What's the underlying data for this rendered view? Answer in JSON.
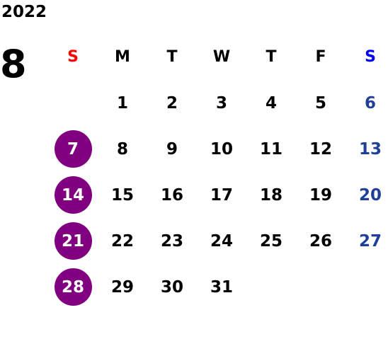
{
  "calendar": {
    "year": "2022",
    "month": "8",
    "weekdays": [
      "S",
      "M",
      "T",
      "W",
      "T",
      "F",
      "S"
    ],
    "weeks": [
      [
        "",
        "1",
        "2",
        "3",
        "4",
        "5",
        "6"
      ],
      [
        "7",
        "8",
        "9",
        "10",
        "11",
        "12",
        "13"
      ],
      [
        "14",
        "15",
        "16",
        "17",
        "18",
        "19",
        "20"
      ],
      [
        "21",
        "22",
        "23",
        "24",
        "25",
        "26",
        "27"
      ],
      [
        "28",
        "29",
        "30",
        "31",
        "",
        "",
        ""
      ]
    ],
    "colors": {
      "sunday_header": "#ff0000",
      "saturday_header": "#0000ff",
      "saturday_date": "#1f3f99",
      "sunday_highlight": "#800080",
      "default_text": "#000000"
    }
  }
}
